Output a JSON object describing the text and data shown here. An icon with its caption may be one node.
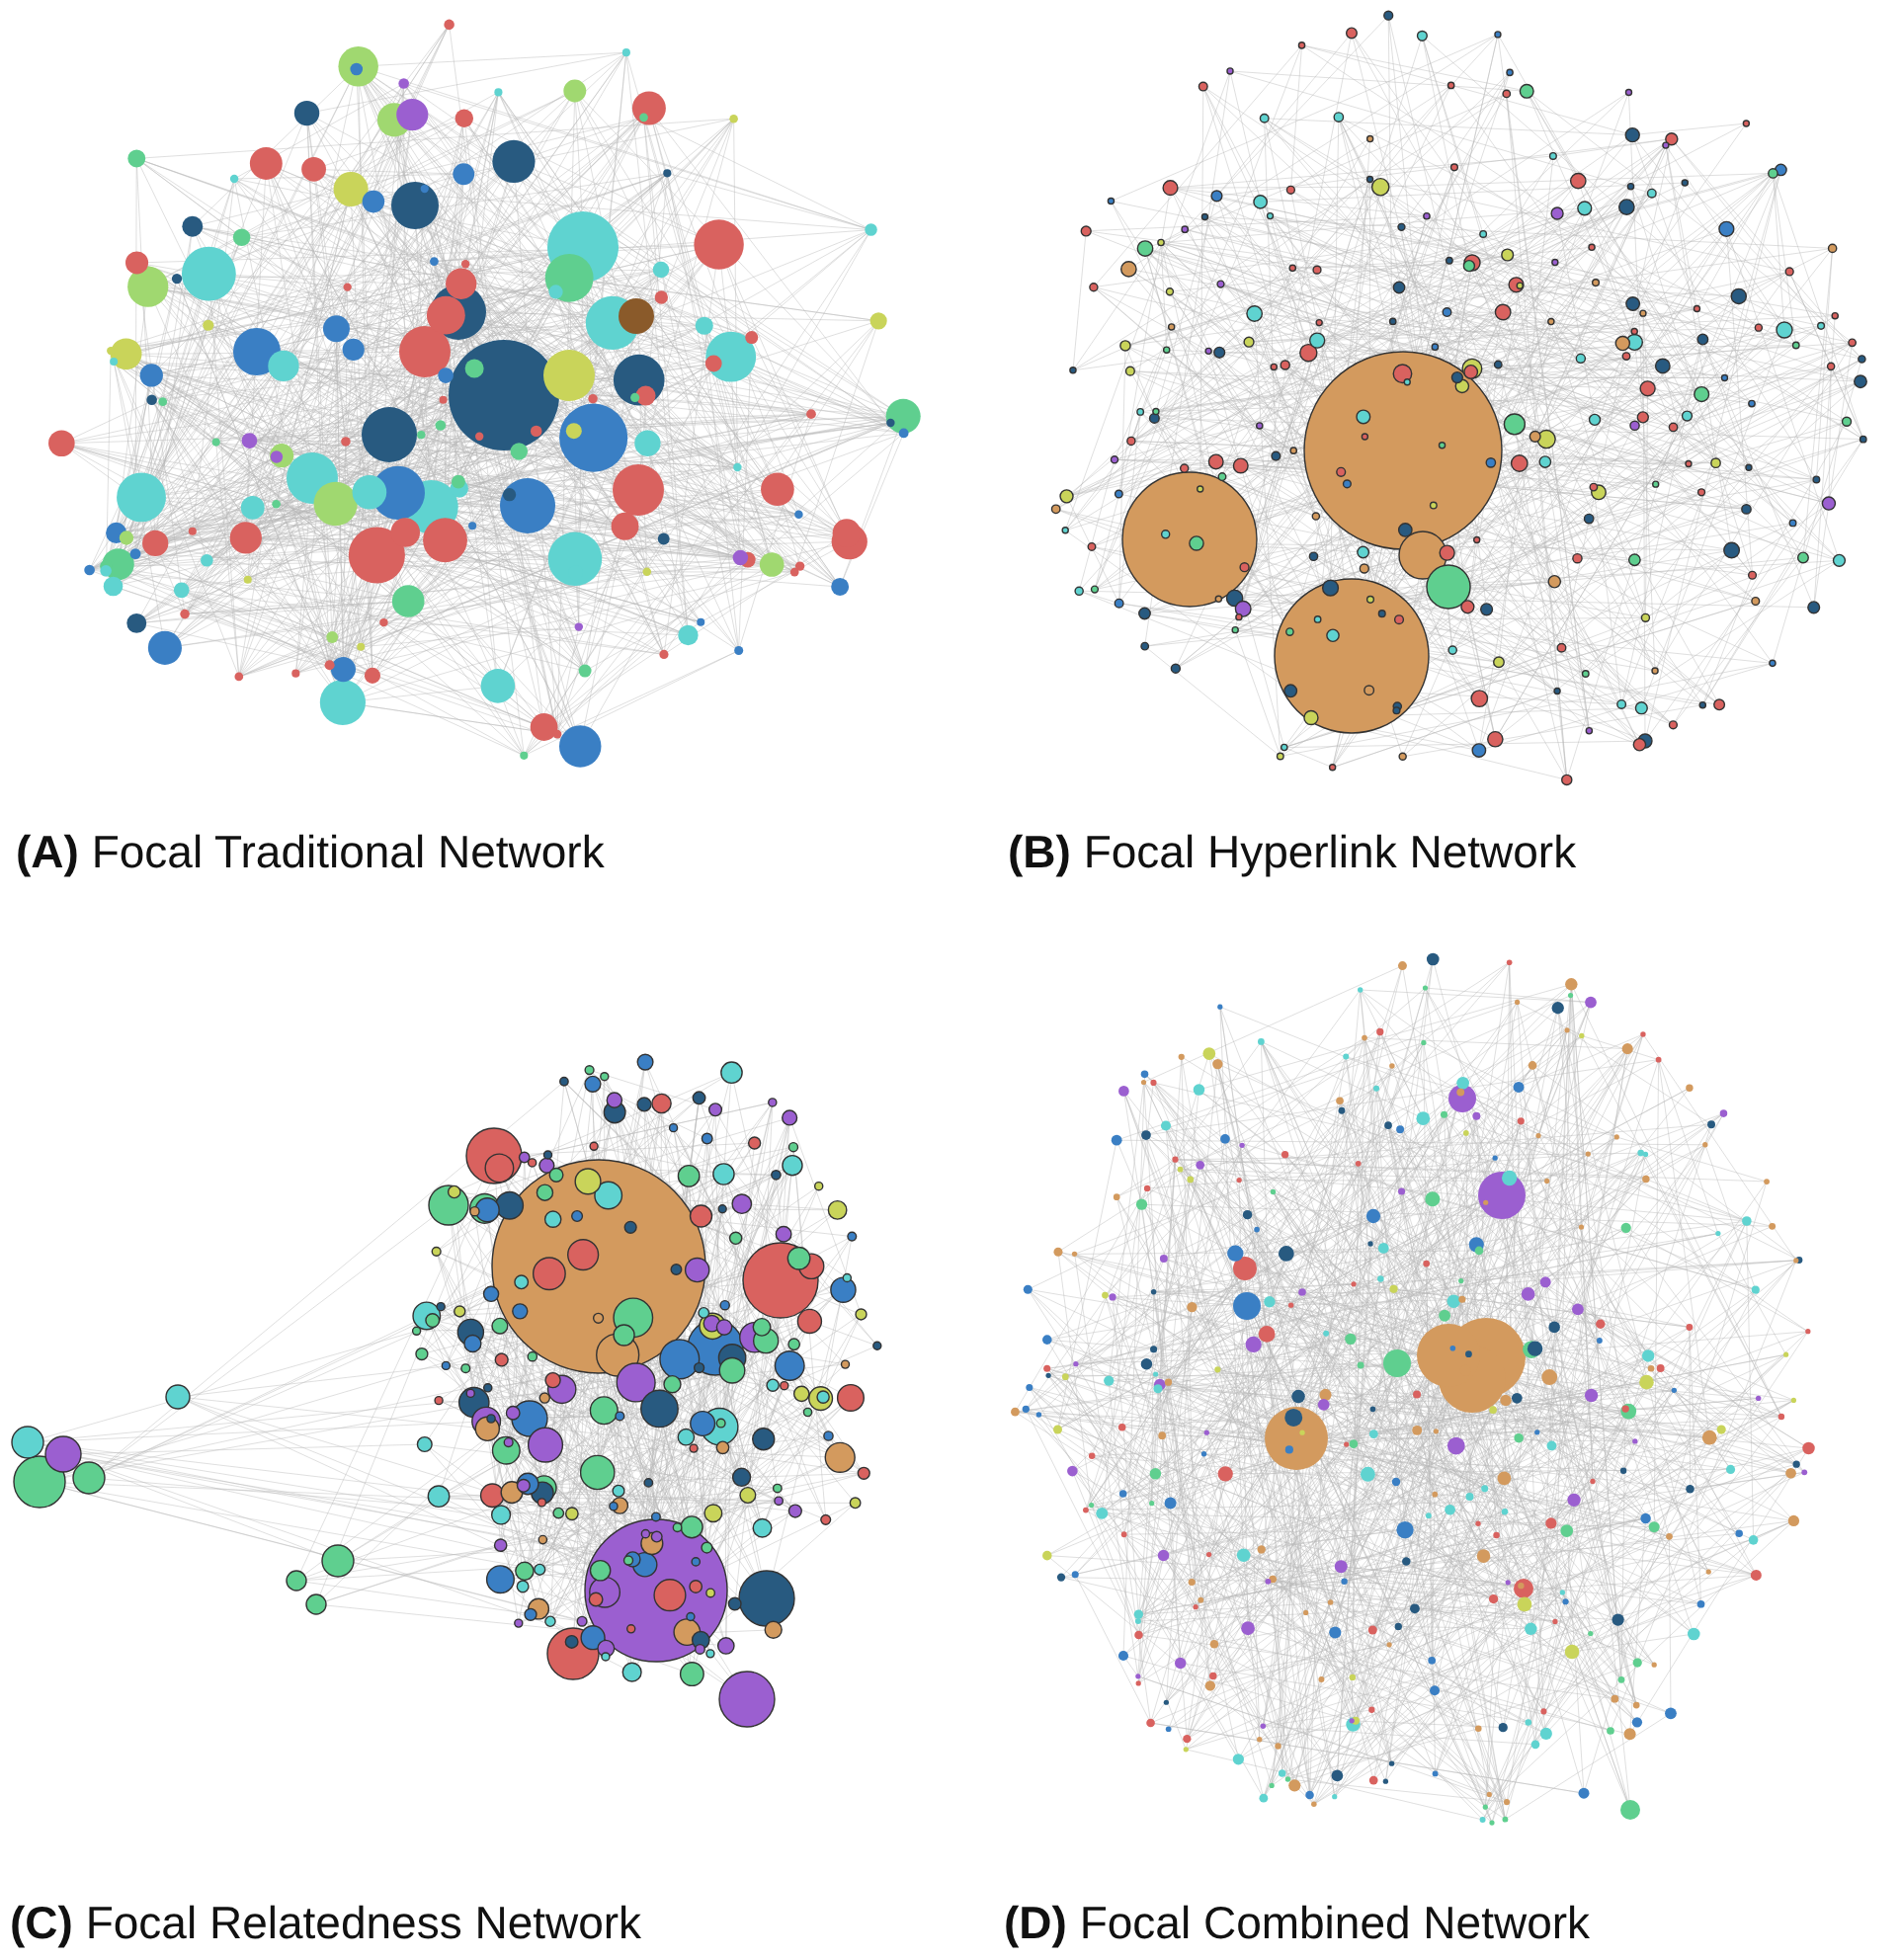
{
  "diagram": {
    "labels": [
      "**(A)** Focal Traditional Network",
      "**(B)** Focal Hyperlink Network",
      "**(C)** Focal Relatedness Network",
      "**(D)** Focal Combined Network"
    ]
  }
}
